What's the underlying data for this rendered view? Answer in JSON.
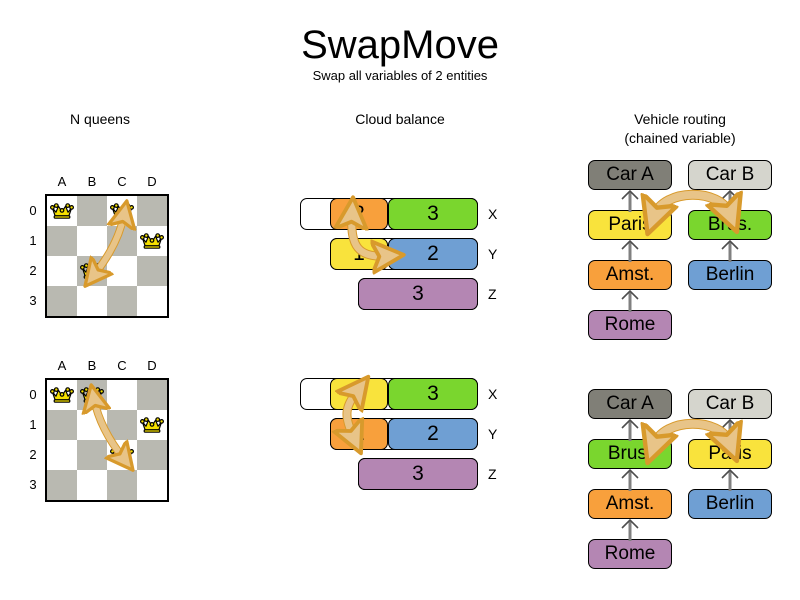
{
  "header": {
    "title": "SwapMove",
    "subtitle": "Swap all variables of 2 entities"
  },
  "columns": {
    "nqueens": "N queens",
    "cloud": "Cloud balance",
    "vehicle_line1": "Vehicle routing",
    "vehicle_line2": "(chained variable)"
  },
  "colors": {
    "orange": "#f8a03c",
    "green": "#7ad62e",
    "yellow": "#f9e33c",
    "blue": "#6f9fd3",
    "purple": "#b486b3",
    "gray_dark": "#807f77",
    "gray_light": "#d5d5cd",
    "board_dark": "#b9b9b1",
    "board_light": "#ffffff",
    "arrow_fill": "#e8c488",
    "arrow_stroke": "#d89a2c",
    "queen_gold": "#f5e000",
    "chain_arrow": "#808080"
  },
  "nqueens": {
    "col_labels": [
      "A",
      "B",
      "C",
      "D"
    ],
    "row_labels": [
      "0",
      "1",
      "2",
      "3"
    ],
    "before": {
      "queens": [
        {
          "col": 0,
          "row": 0
        },
        {
          "col": 2,
          "row": 0
        },
        {
          "col": 3,
          "row": 1
        },
        {
          "col": 1,
          "row": 2
        }
      ],
      "swap_from": {
        "col": 2,
        "row": 0
      },
      "swap_to": {
        "col": 1,
        "row": 2
      }
    },
    "after": {
      "queens": [
        {
          "col": 0,
          "row": 0
        },
        {
          "col": 1,
          "row": 0
        },
        {
          "col": 3,
          "row": 1
        },
        {
          "col": 2,
          "row": 2
        }
      ],
      "swap_from": {
        "col": 1,
        "row": 0
      },
      "swap_to": {
        "col": 2,
        "row": 2
      }
    }
  },
  "cloud_balance": {
    "before": [
      {
        "label": "X",
        "segments": [
          {
            "value": "2",
            "color": "#f8a03c"
          },
          {
            "value": "3",
            "color": "#7ad62e"
          }
        ]
      },
      {
        "label": "Y",
        "segments": [
          {
            "value": "1",
            "color": "#f9e33c"
          },
          {
            "value": "2",
            "color": "#6f9fd3"
          }
        ]
      },
      {
        "label": "Z",
        "segments": [
          {
            "value": "3",
            "color": "#b486b3"
          }
        ]
      }
    ],
    "after": [
      {
        "label": "X",
        "segments": [
          {
            "value": "1",
            "color": "#f9e33c"
          },
          {
            "value": "3",
            "color": "#7ad62e"
          }
        ]
      },
      {
        "label": "Y",
        "segments": [
          {
            "value": "2",
            "color": "#f8a03c"
          },
          {
            "value": "2",
            "color": "#6f9fd3"
          }
        ]
      },
      {
        "label": "Z",
        "segments": [
          {
            "value": "3",
            "color": "#b486b3"
          }
        ]
      }
    ]
  },
  "vehicle_routing": {
    "before": {
      "left_chain": [
        {
          "label": "Car A",
          "color": "#807f77"
        },
        {
          "label": "Paris",
          "color": "#f9e33c"
        },
        {
          "label": "Amst.",
          "color": "#f8a03c"
        },
        {
          "label": "Rome",
          "color": "#b486b3"
        }
      ],
      "right_chain": [
        {
          "label": "Car B",
          "color": "#d5d5cd"
        },
        {
          "label": "Brus.",
          "color": "#7ad62e"
        },
        {
          "label": "Berlin",
          "color": "#6f9fd3"
        }
      ]
    },
    "after": {
      "left_chain": [
        {
          "label": "Car A",
          "color": "#807f77"
        },
        {
          "label": "Brus.",
          "color": "#7ad62e"
        },
        {
          "label": "Amst.",
          "color": "#f8a03c"
        },
        {
          "label": "Rome",
          "color": "#b486b3"
        }
      ],
      "right_chain": [
        {
          "label": "Car B",
          "color": "#d5d5cd"
        },
        {
          "label": "Paris",
          "color": "#f9e33c"
        },
        {
          "label": "Berlin",
          "color": "#6f9fd3"
        }
      ]
    }
  }
}
